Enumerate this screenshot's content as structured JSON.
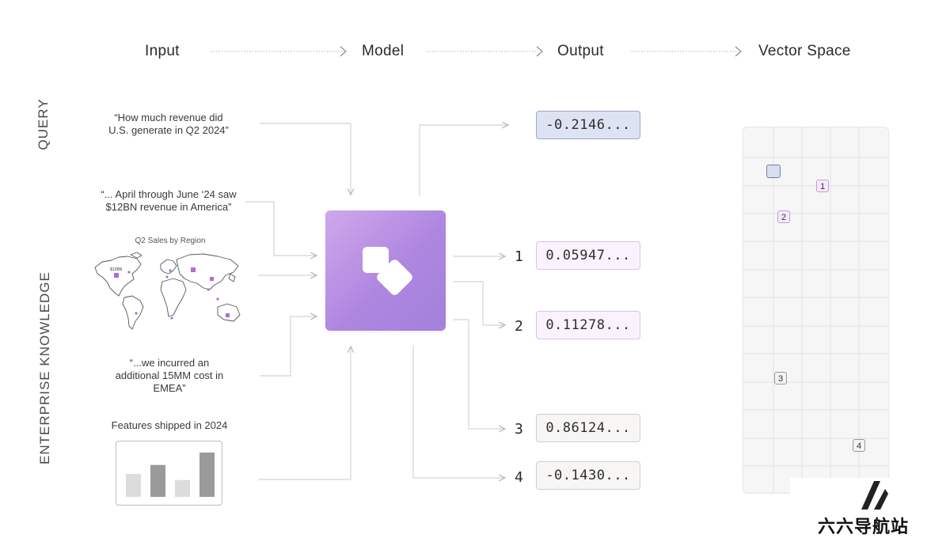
{
  "headers": {
    "input": "Input",
    "model": "Model",
    "output": "Output",
    "vector_space": "Vector Space"
  },
  "side_labels": {
    "query": "QUERY",
    "enterprise": "ENTERPRISE KNOWLEDGE"
  },
  "inputs": {
    "query_quote": [
      "“How much revenue did",
      "U.S. generate in Q2 2024”"
    ],
    "april_quote": [
      "“... April through June ‘24 saw",
      "$12BN revenue in America”"
    ],
    "map_title": "Q2 Sales by Region",
    "map_label": "$12BN",
    "cost_quote": [
      "“...we incurred an",
      "additional 15MM cost in",
      "EMEA”"
    ],
    "features_title": "Features shipped in 2024",
    "features_bars": [
      0.52,
      0.72,
      0.38,
      1.0
    ]
  },
  "outputs": [
    {
      "num": "",
      "value": "-0.2146...",
      "style": "query"
    },
    {
      "num": "1",
      "value": "0.05947...",
      "style": "purple"
    },
    {
      "num": "2",
      "value": "0.11278...",
      "style": "purple"
    },
    {
      "num": "3",
      "value": "0.86124...",
      "style": "gray"
    },
    {
      "num": "4",
      "value": "-0.1430...",
      "style": "gray"
    }
  ],
  "vector_marks": {
    "m1": "1",
    "m2": "2",
    "m3": "3",
    "m4": "4"
  },
  "watermark": "六六导航站",
  "colors": {
    "model_gradient_start": "#d1a8ec",
    "model_gradient_end": "#a381dc",
    "query_blue": "#dee3f3",
    "purple_light": "#faf3fd",
    "map_marker": "#b36bd6"
  }
}
